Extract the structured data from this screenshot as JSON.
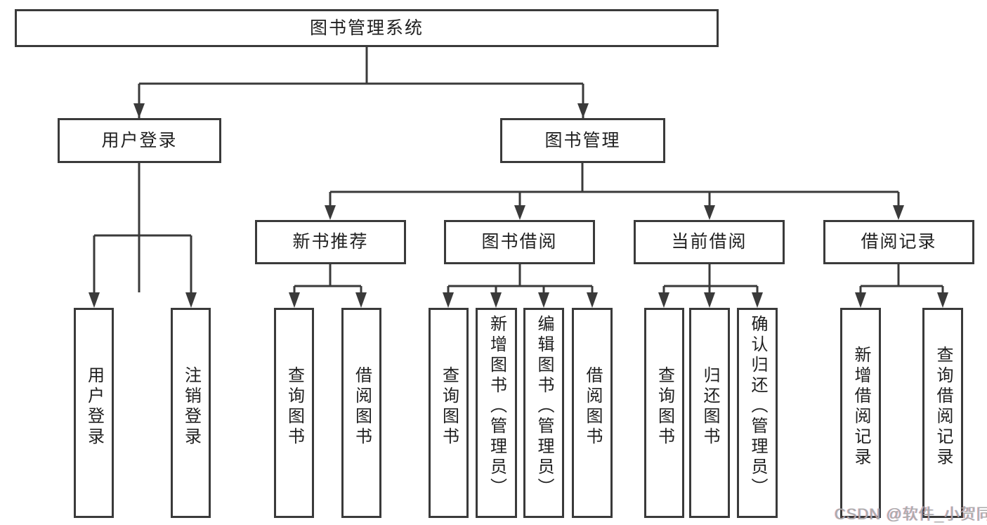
{
  "diagram_title": "图书管理系统",
  "colors": {
    "line": "#3a3a3a",
    "box_fill": "#ffffff",
    "text": "#1f1f1f",
    "watermark": "#ababab",
    "background": "#ffffff"
  },
  "nodes": {
    "root": {
      "label": "图书管理系统"
    },
    "level2": [
      {
        "label": "用户登录"
      },
      {
        "label": "图书管理"
      }
    ],
    "level3": [
      {
        "label": "新书推荐",
        "parent": "图书管理"
      },
      {
        "label": "图书借阅",
        "parent": "图书管理"
      },
      {
        "label": "当前借阅",
        "parent": "图书管理"
      },
      {
        "label": "借阅记录",
        "parent": "图书管理"
      }
    ],
    "leaves": [
      {
        "label": "用户登录",
        "parent": "用户登录"
      },
      {
        "label": "注销登录",
        "parent": "用户登录"
      },
      {
        "label": "查询图书",
        "parent": "新书推荐"
      },
      {
        "label": "借阅图书",
        "parent": "新书推荐"
      },
      {
        "label": "查询图书",
        "parent": "图书借阅"
      },
      {
        "label": "新增图书（管理员）",
        "parent": "图书借阅"
      },
      {
        "label": "编辑图书（管理员）",
        "parent": "图书借阅"
      },
      {
        "label": "借阅图书",
        "parent": "图书借阅"
      },
      {
        "label": "查询图书",
        "parent": "当前借阅"
      },
      {
        "label": "归还图书",
        "parent": "当前借阅"
      },
      {
        "label": "确认归还（管理员）",
        "parent": "当前借阅"
      },
      {
        "label": "新增借阅记录",
        "parent": "借阅记录"
      },
      {
        "label": "查询借阅记录",
        "parent": "借阅记录"
      }
    ]
  },
  "watermark": {
    "text": "CSDN @软件_小贺同学"
  }
}
